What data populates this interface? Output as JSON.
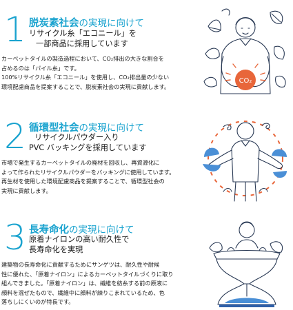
{
  "sections": [
    {
      "number": "1",
      "headline_strong": "脱炭素社会",
      "headline_rest": "の実現に向けて",
      "sub": [
        "リサイクル糸「エコニール」を",
        "一部商品に採用しています"
      ],
      "body": [
        "カーペットタイルの製造過程において、CO₂排出の大きな割合を",
        "占めるのは「パイル糸」です。",
        "100%リサイクル糸「エコニール」を使用し、CO₂排出量の少ない",
        "環境配慮商品を提案することで、脱炭素社会の実現に貢献します。"
      ],
      "badge": "CO₂"
    },
    {
      "number": "2",
      "headline_strong": "循環型社会",
      "headline_rest": "の実現に向けて",
      "sub": [
        "リサイクルパウダー入り",
        "PVC バッキングを採用しています"
      ],
      "body": [
        "市場で発生するカーペットタイルの廃材を回収し、再資源化に",
        "よって作られたリサイクルパウダーをバッキングに使用しています。",
        "再生材を使用した環境配慮商品を提案することで、循環型社会の",
        "実現に貢献します。"
      ]
    },
    {
      "number": "3",
      "headline_strong": "長寿命化",
      "headline_rest": "の実現に向けて",
      "sub": [
        "原着ナイロンの高い耐久性で",
        "長寿命化を実現"
      ],
      "body": [
        "建築物の長寿命化に貢献するためにサンゲツは、耐久性や耐候",
        "性に優れた、「原着ナイロン」によるカーペットタイルづくりに取り",
        "組んできました。「原着ナイロン」は、繊維を紡糸する前の原液に",
        "顔料を混ぜたもので、繊維中に顔料が練りこまれているため、色",
        "落ちしにくいのが特長です。"
      ]
    }
  ],
  "colors": {
    "accent": "#1aa3cf",
    "orange": "#e8663a",
    "blue": "#4a8fd6"
  }
}
